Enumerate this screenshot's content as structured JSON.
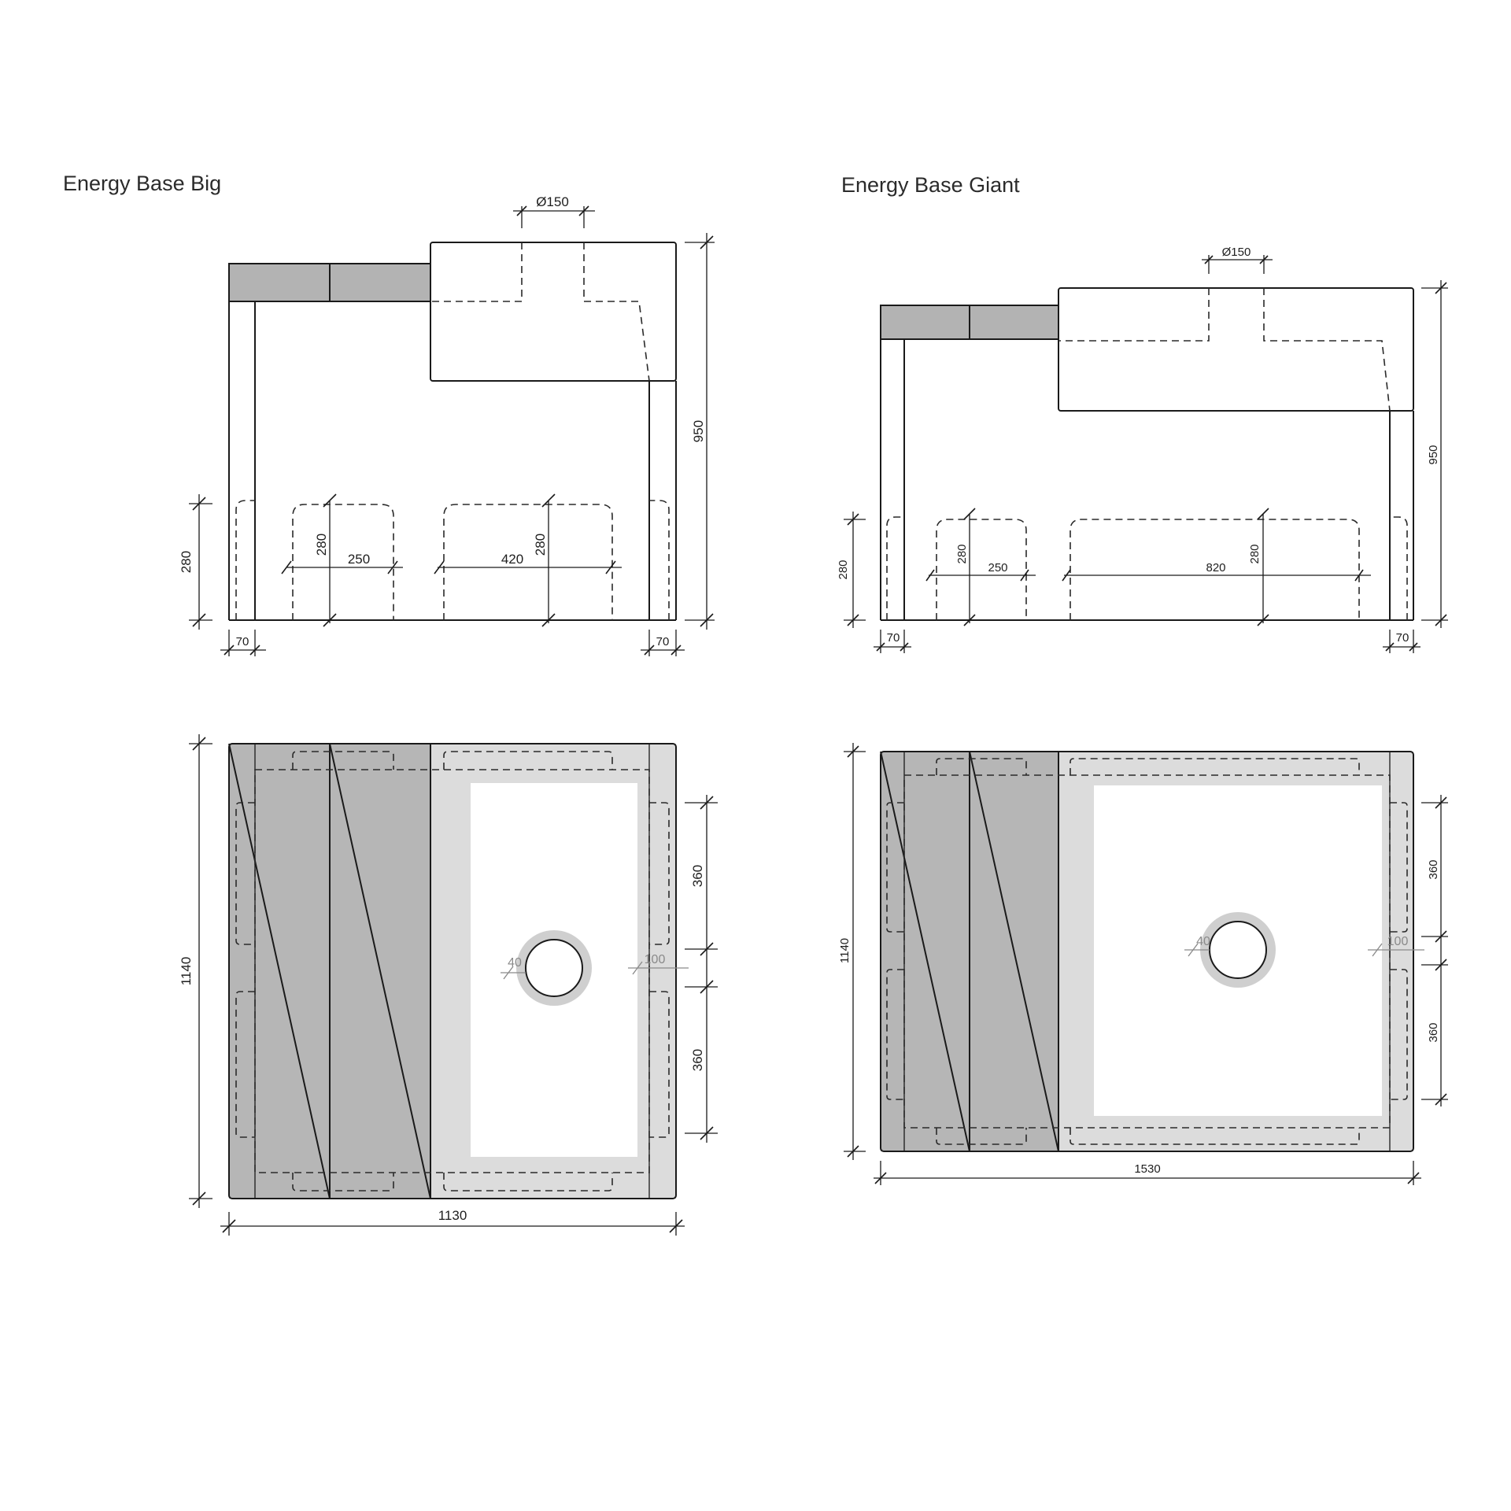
{
  "big": {
    "title": "Energy Base Big",
    "front": {
      "flue": "Ø150",
      "height": "950",
      "left_height": "280",
      "inner_h1": "280",
      "inner_h2": "280",
      "w1": "250",
      "w2": "420",
      "side_left": "70",
      "side_right": "70"
    },
    "plan": {
      "depth": "1140",
      "width": "1130",
      "upper": "360",
      "lower": "360",
      "hole_left": "40",
      "hole_right": "100"
    }
  },
  "giant": {
    "title": "Energy Base Giant",
    "front": {
      "flue": "Ø150",
      "height": "950",
      "left_height": "280",
      "inner_h1": "280",
      "inner_h2": "280",
      "w1": "250",
      "w2": "820",
      "side_left": "70",
      "side_right": "70"
    },
    "plan": {
      "depth": "1140",
      "width": "1530",
      "upper": "360",
      "lower": "360",
      "hole_left": "40",
      "hole_right": "100"
    }
  },
  "colors": {
    "line": "#1a1a1a",
    "dark_fill": "#b6b6b6",
    "light_fill": "#dcdcdc",
    "block_fill": "#b3b3b3"
  }
}
